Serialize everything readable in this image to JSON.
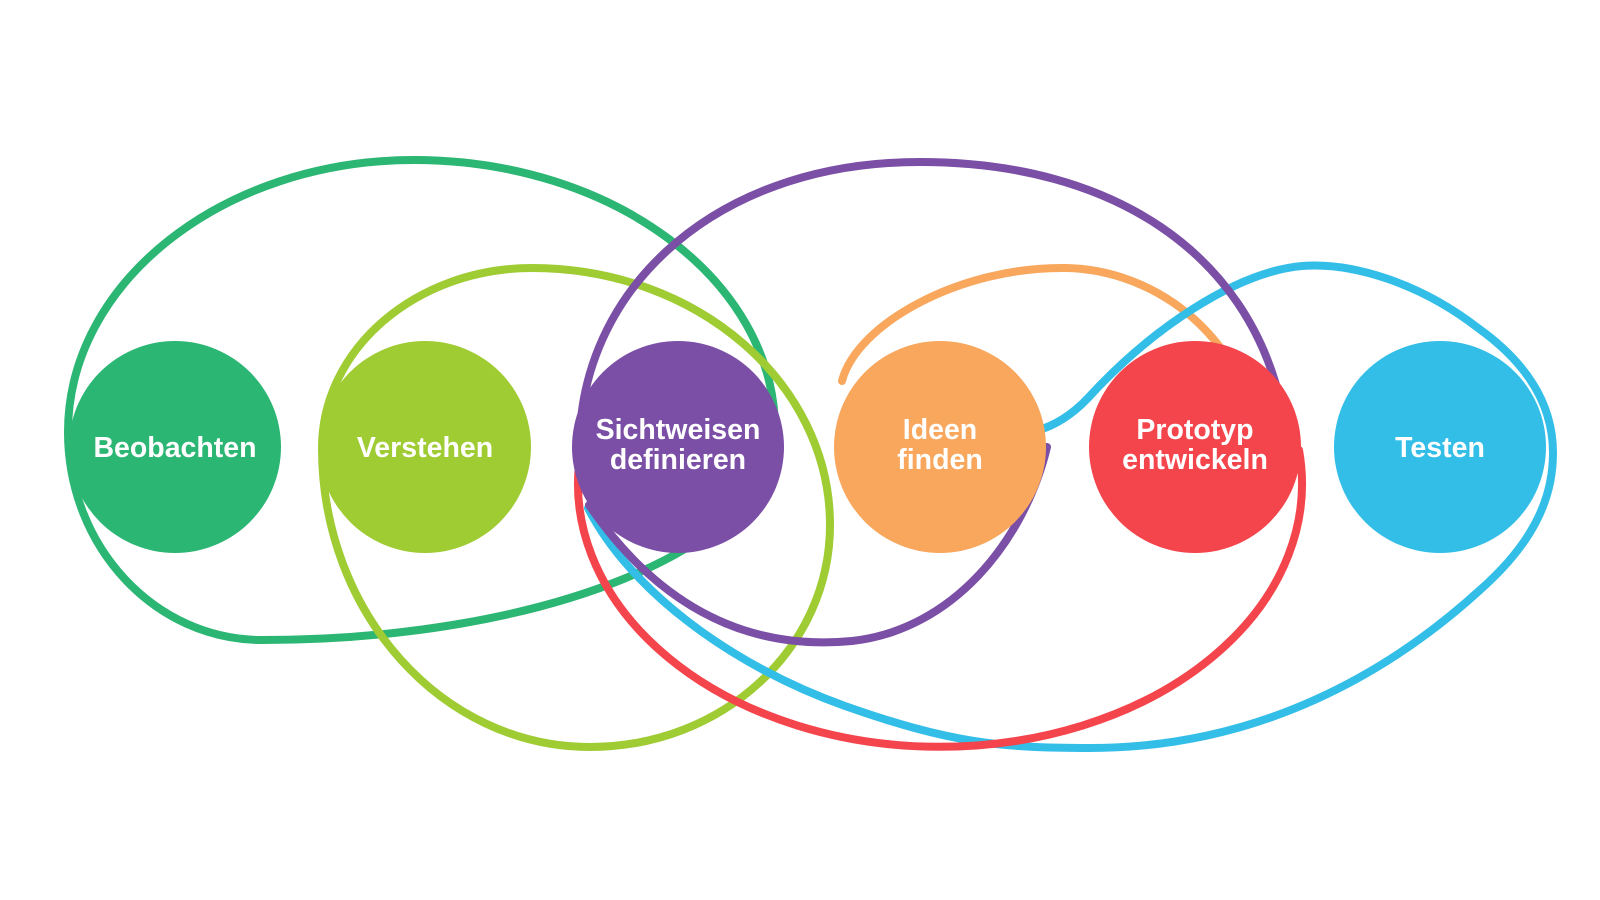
{
  "diagram": {
    "background_color": "#ffffff",
    "stages": [
      {
        "id": "beobachten",
        "lines": [
          "Beobachten"
        ],
        "color": "#2BB673"
      },
      {
        "id": "verstehen",
        "lines": [
          "Verstehen"
        ],
        "color": "#9FCB33"
      },
      {
        "id": "sichtweisen-definieren",
        "lines": [
          "Sichtweisen",
          "definieren"
        ],
        "color": "#7B4FA6"
      },
      {
        "id": "ideen-finden",
        "lines": [
          "Ideen",
          "finden"
        ],
        "color": "#F8A75D"
      },
      {
        "id": "prototyp-entwickeln",
        "lines": [
          "Prototyp",
          "entwickeln"
        ],
        "color": "#F4454C"
      },
      {
        "id": "testen",
        "lines": [
          "Testen"
        ],
        "color": "#33BEE8"
      }
    ],
    "loops": [
      {
        "id": "loop-teal",
        "color": "#2BB673"
      },
      {
        "id": "loop-lime",
        "color": "#9FCB33"
      },
      {
        "id": "loop-orange",
        "color": "#F8A75D"
      },
      {
        "id": "loop-cyan",
        "color": "#33BEE8"
      },
      {
        "id": "loop-purple-main",
        "color": "#7B4FA6"
      },
      {
        "id": "loop-purple-return",
        "color": "#7B4FA6"
      },
      {
        "id": "loop-red",
        "color": "#F4454C"
      }
    ]
  }
}
